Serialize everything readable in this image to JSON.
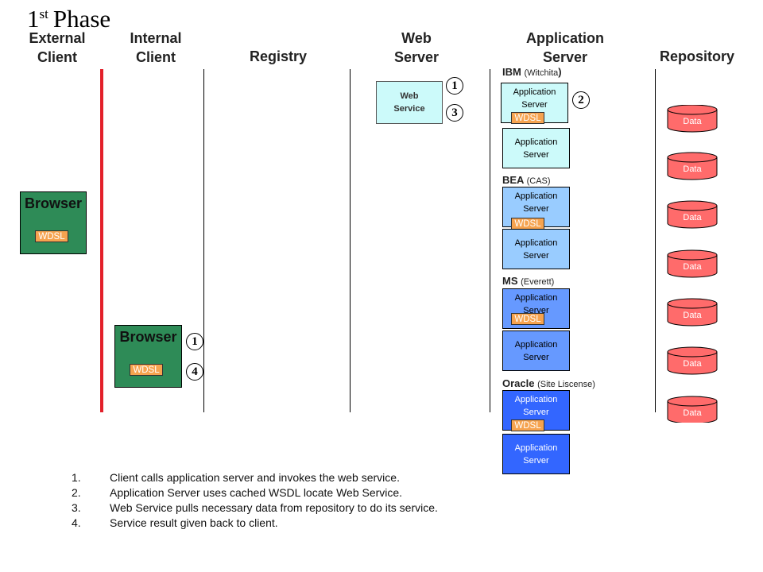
{
  "title": {
    "main": "1",
    "sup": "st",
    "rest": "Phase"
  },
  "headers": {
    "external_client": [
      "External",
      "Client"
    ],
    "internal_client": [
      "Internal",
      "Client"
    ],
    "registry": "Registry",
    "web_server": [
      "Web",
      "Server"
    ],
    "application_server": [
      "Application",
      "Server"
    ],
    "repository": "Repository"
  },
  "external_browser": {
    "label": "Browser",
    "wdsl": "WDSL"
  },
  "internal_browser": {
    "label": "Browser",
    "wdsl": "WDSL"
  },
  "web_service": [
    "Web",
    "Service"
  ],
  "steps": {
    "internal_top": "1",
    "internal_bottom": "4",
    "web_top": "1",
    "web_bottom": "3",
    "app": "2"
  },
  "app_server_label": [
    "Application",
    "Server"
  ],
  "wdsl_label": "WDSL",
  "vendors": [
    {
      "name": "IBM",
      "sub": "(Witchita",
      "close": ")",
      "color_top": "#ccfafa",
      "color_bottom": "#ccfafa"
    },
    {
      "name": "BEA",
      "sub": "(CAS)",
      "close": "",
      "color_top": "#99ccff",
      "color_bottom": "#99ccff"
    },
    {
      "name": "MS",
      "sub": "(Everett)",
      "close": "",
      "color_top": "#6699ff",
      "color_bottom": "#6699ff"
    },
    {
      "name": "Oracle",
      "sub": "(Site Liscense)",
      "close": "",
      "color_top": "#3366ff",
      "color_bottom": "#3366ff"
    }
  ],
  "data_label": "Data",
  "data_items": [
    "Data",
    "Data",
    "Data",
    "Data",
    "Data",
    "Data",
    "Data"
  ],
  "colors": {
    "data_fill": "#ff6b6b",
    "browser": "#2e8b57",
    "wdsl": "#f6a34f",
    "red_line": "#e3202a"
  },
  "notes": [
    {
      "num": "1.",
      "text": "Client calls application server and invokes the web service."
    },
    {
      "num": "2.",
      "text": "Application Server uses cached WSDL locate Web Service."
    },
    {
      "num": "3.",
      "text": "Web Service pulls necessary data from repository to do its service."
    },
    {
      "num": "4.",
      "text": "Service result given back to client."
    }
  ]
}
